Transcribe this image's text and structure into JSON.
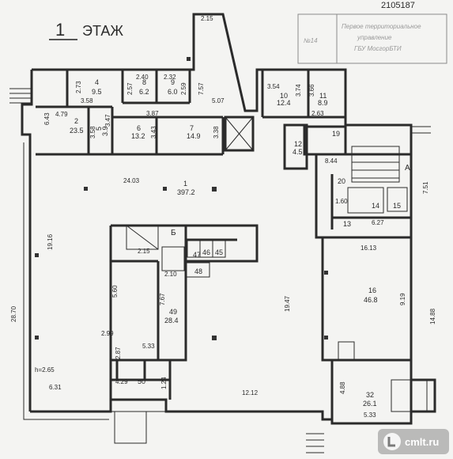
{
  "header": {
    "sheet_number": "2105187",
    "floor_number": "1",
    "floor_word": "ЭТАЖ"
  },
  "stamp": {
    "number": "№14",
    "line1": "Первое территориальное",
    "line2": "управление",
    "line3": "ГБУ МосгорБТИ"
  },
  "rooms": {
    "r1": {
      "num": "1",
      "area": "397.2"
    },
    "r2": {
      "num": "2",
      "area": "23.5"
    },
    "r4": {
      "num": "4",
      "area": "9.5"
    },
    "r5": {
      "num": "5",
      "area": "3.9"
    },
    "r6": {
      "num": "6",
      "area": "13.2"
    },
    "r7": {
      "num": "7",
      "area": "14.9"
    },
    "r8": {
      "num": "8",
      "area": "6.2"
    },
    "r9": {
      "num": "9",
      "area": "6.0"
    },
    "r10": {
      "num": "10",
      "area": "12.4"
    },
    "r11": {
      "num": "11",
      "area": "8.9"
    },
    "r12": {
      "num": "12",
      "area": "4.5"
    },
    "r13": {
      "num": "13"
    },
    "r14": {
      "num": "14"
    },
    "r15": {
      "num": "15"
    },
    "r16": {
      "num": "16",
      "area": "46.8"
    },
    "r19": {
      "num": "19"
    },
    "r20": {
      "num": "20"
    },
    "r32": {
      "num": "32",
      "area": "26.1"
    },
    "r45": {
      "num": "45"
    },
    "r46": {
      "num": "46"
    },
    "r47": {
      "num": "47"
    },
    "r48": {
      "num": "48"
    },
    "r49": {
      "num": "49",
      "area": "28.4"
    },
    "r50": {
      "num": "50"
    }
  },
  "stairs": {
    "a": "А",
    "b": "Б"
  },
  "dims": {
    "d_2_15_top": "2.15",
    "d_2_40": "2.40",
    "d_2_32": "2.32",
    "d_2_73": "2.73",
    "d_2_57": "2.57",
    "d_2_59": "2.59",
    "d_7_57": "7.57",
    "d_3_54": "3.54",
    "d_3_74": "3.74",
    "d_3_66": "3.66",
    "d_6_43": "6.43",
    "d_4_79": "4.79",
    "d_3_58a": "3.58",
    "d_3_58b": "3.58",
    "d_3_47": "3.47",
    "d_3_87": "3.87",
    "d_3_43": "3.43",
    "d_3_38": "3.38",
    "d_5_07": "5.07",
    "d_2_63": "2.63",
    "d_8_44": "8.44",
    "d_7_51": "7.51",
    "d_1_60": "1.60",
    "d_6_27": "6.27",
    "d_24_03": "24.03",
    "d_19_16": "19.16",
    "d_16_13": "16.13",
    "d_2_15_mid": "2.15",
    "d_2_10": "2.10",
    "d_5_60": "5.60",
    "d_7_67": "7.67",
    "d_9_19": "9.19",
    "d_14_88": "14.88",
    "d_19_47": "19.47",
    "d_28_70": "28.70",
    "d_2_99": "2.99",
    "d_5_33a": "5.33",
    "d_2_87": "2.87",
    "d_4_88": "4.88",
    "d_h": "h=2.65",
    "d_4_29": "4.29",
    "d_1_24": "1.24",
    "d_6_31": "6.31",
    "d_12_12": "12.12",
    "d_5_33b": "5.33"
  },
  "watermark": {
    "text": "cmlt.ru"
  }
}
